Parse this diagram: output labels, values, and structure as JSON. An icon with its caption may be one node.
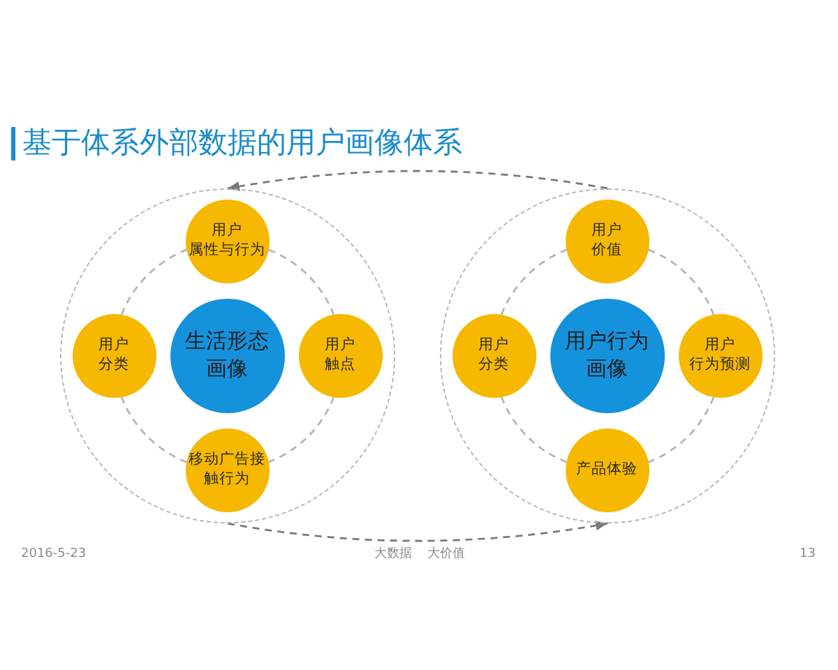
{
  "diagram": {
    "title": "基于体系外部数据的用户画像体系",
    "nodes": [
      {
        "text": [],
        "shape": "circle"
      },
      {
        "text": [
          "用户属性与行为"
        ],
        "in": 0
      },
      {
        "text": [
          "用户分类"
        ],
        "in": 0
      },
      {
        "text": [
          "生活形态画像"
        ],
        "in": 0
      },
      {
        "text": [
          "用户触点"
        ],
        "in": 0
      },
      {
        "text": [
          "移动广告接触行为"
        ],
        "in": 0
      },
      {
        "text": [],
        "shape": "circle"
      },
      {
        "text": [
          "用户价值"
        ],
        "in": 6
      },
      {
        "text": [
          "用户分类"
        ],
        "in": 6
      },
      {
        "text": [
          "用户行为画像"
        ],
        "in": 6
      },
      {
        "text": [
          "用户行为预测"
        ],
        "in": 6
      },
      {
        "text": [
          "产品体验"
        ],
        "in": 6
      }
    ],
    "edges": [
      {
        "from": 1,
        "to": 4,
        "arrow": "none",
        "style": "dashed"
      },
      {
        "from": 4,
        "to": 5,
        "arrow": "none",
        "style": "dashed"
      },
      {
        "from": 5,
        "to": 2,
        "arrow": "none",
        "style": "dashed"
      },
      {
        "from": 2,
        "to": 1,
        "arrow": "none",
        "style": "dashed"
      },
      {
        "from": 7,
        "to": 10,
        "arrow": "none",
        "style": "dashed"
      },
      {
        "from": 10,
        "to": 11,
        "arrow": "none",
        "style": "dashed"
      },
      {
        "from": 11,
        "to": 8,
        "arrow": "none",
        "style": "dashed"
      },
      {
        "from": 8,
        "to": 7,
        "arrow": "none",
        "style": "dashed"
      },
      {
        "from": 6,
        "to": 0,
        "arrow": "to",
        "style": "dashed",
        "color": "#7a7a7a"
      },
      {
        "from": 0,
        "to": 6,
        "arrow": "to",
        "style": "dashed",
        "color": "#7a7a7a"
      }
    ],
    "labels": [
      "2016-5-23",
      "大数据",
      "大价值",
      "13"
    ]
  }
}
